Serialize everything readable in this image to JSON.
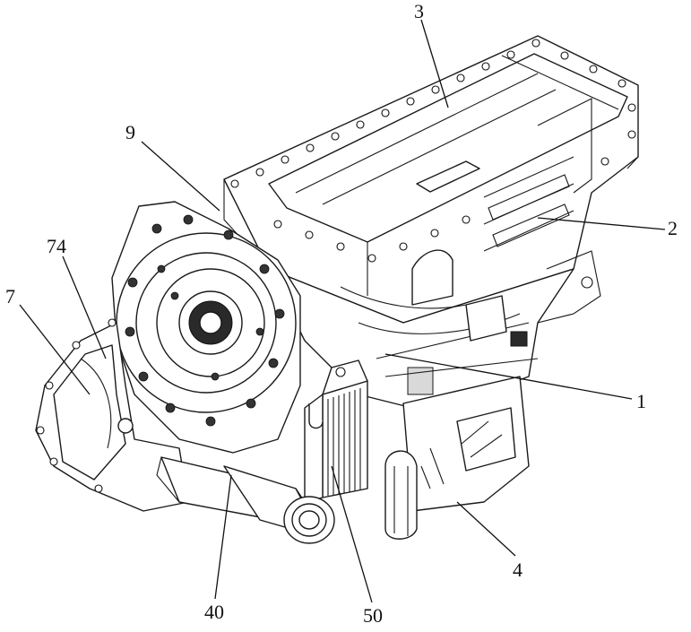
{
  "figure": {
    "labels": {
      "l1": "1",
      "l2": "2",
      "l3": "3",
      "l4": "4",
      "l7": "7",
      "l9": "9",
      "l40": "40",
      "l50": "50",
      "l74": "74"
    }
  }
}
